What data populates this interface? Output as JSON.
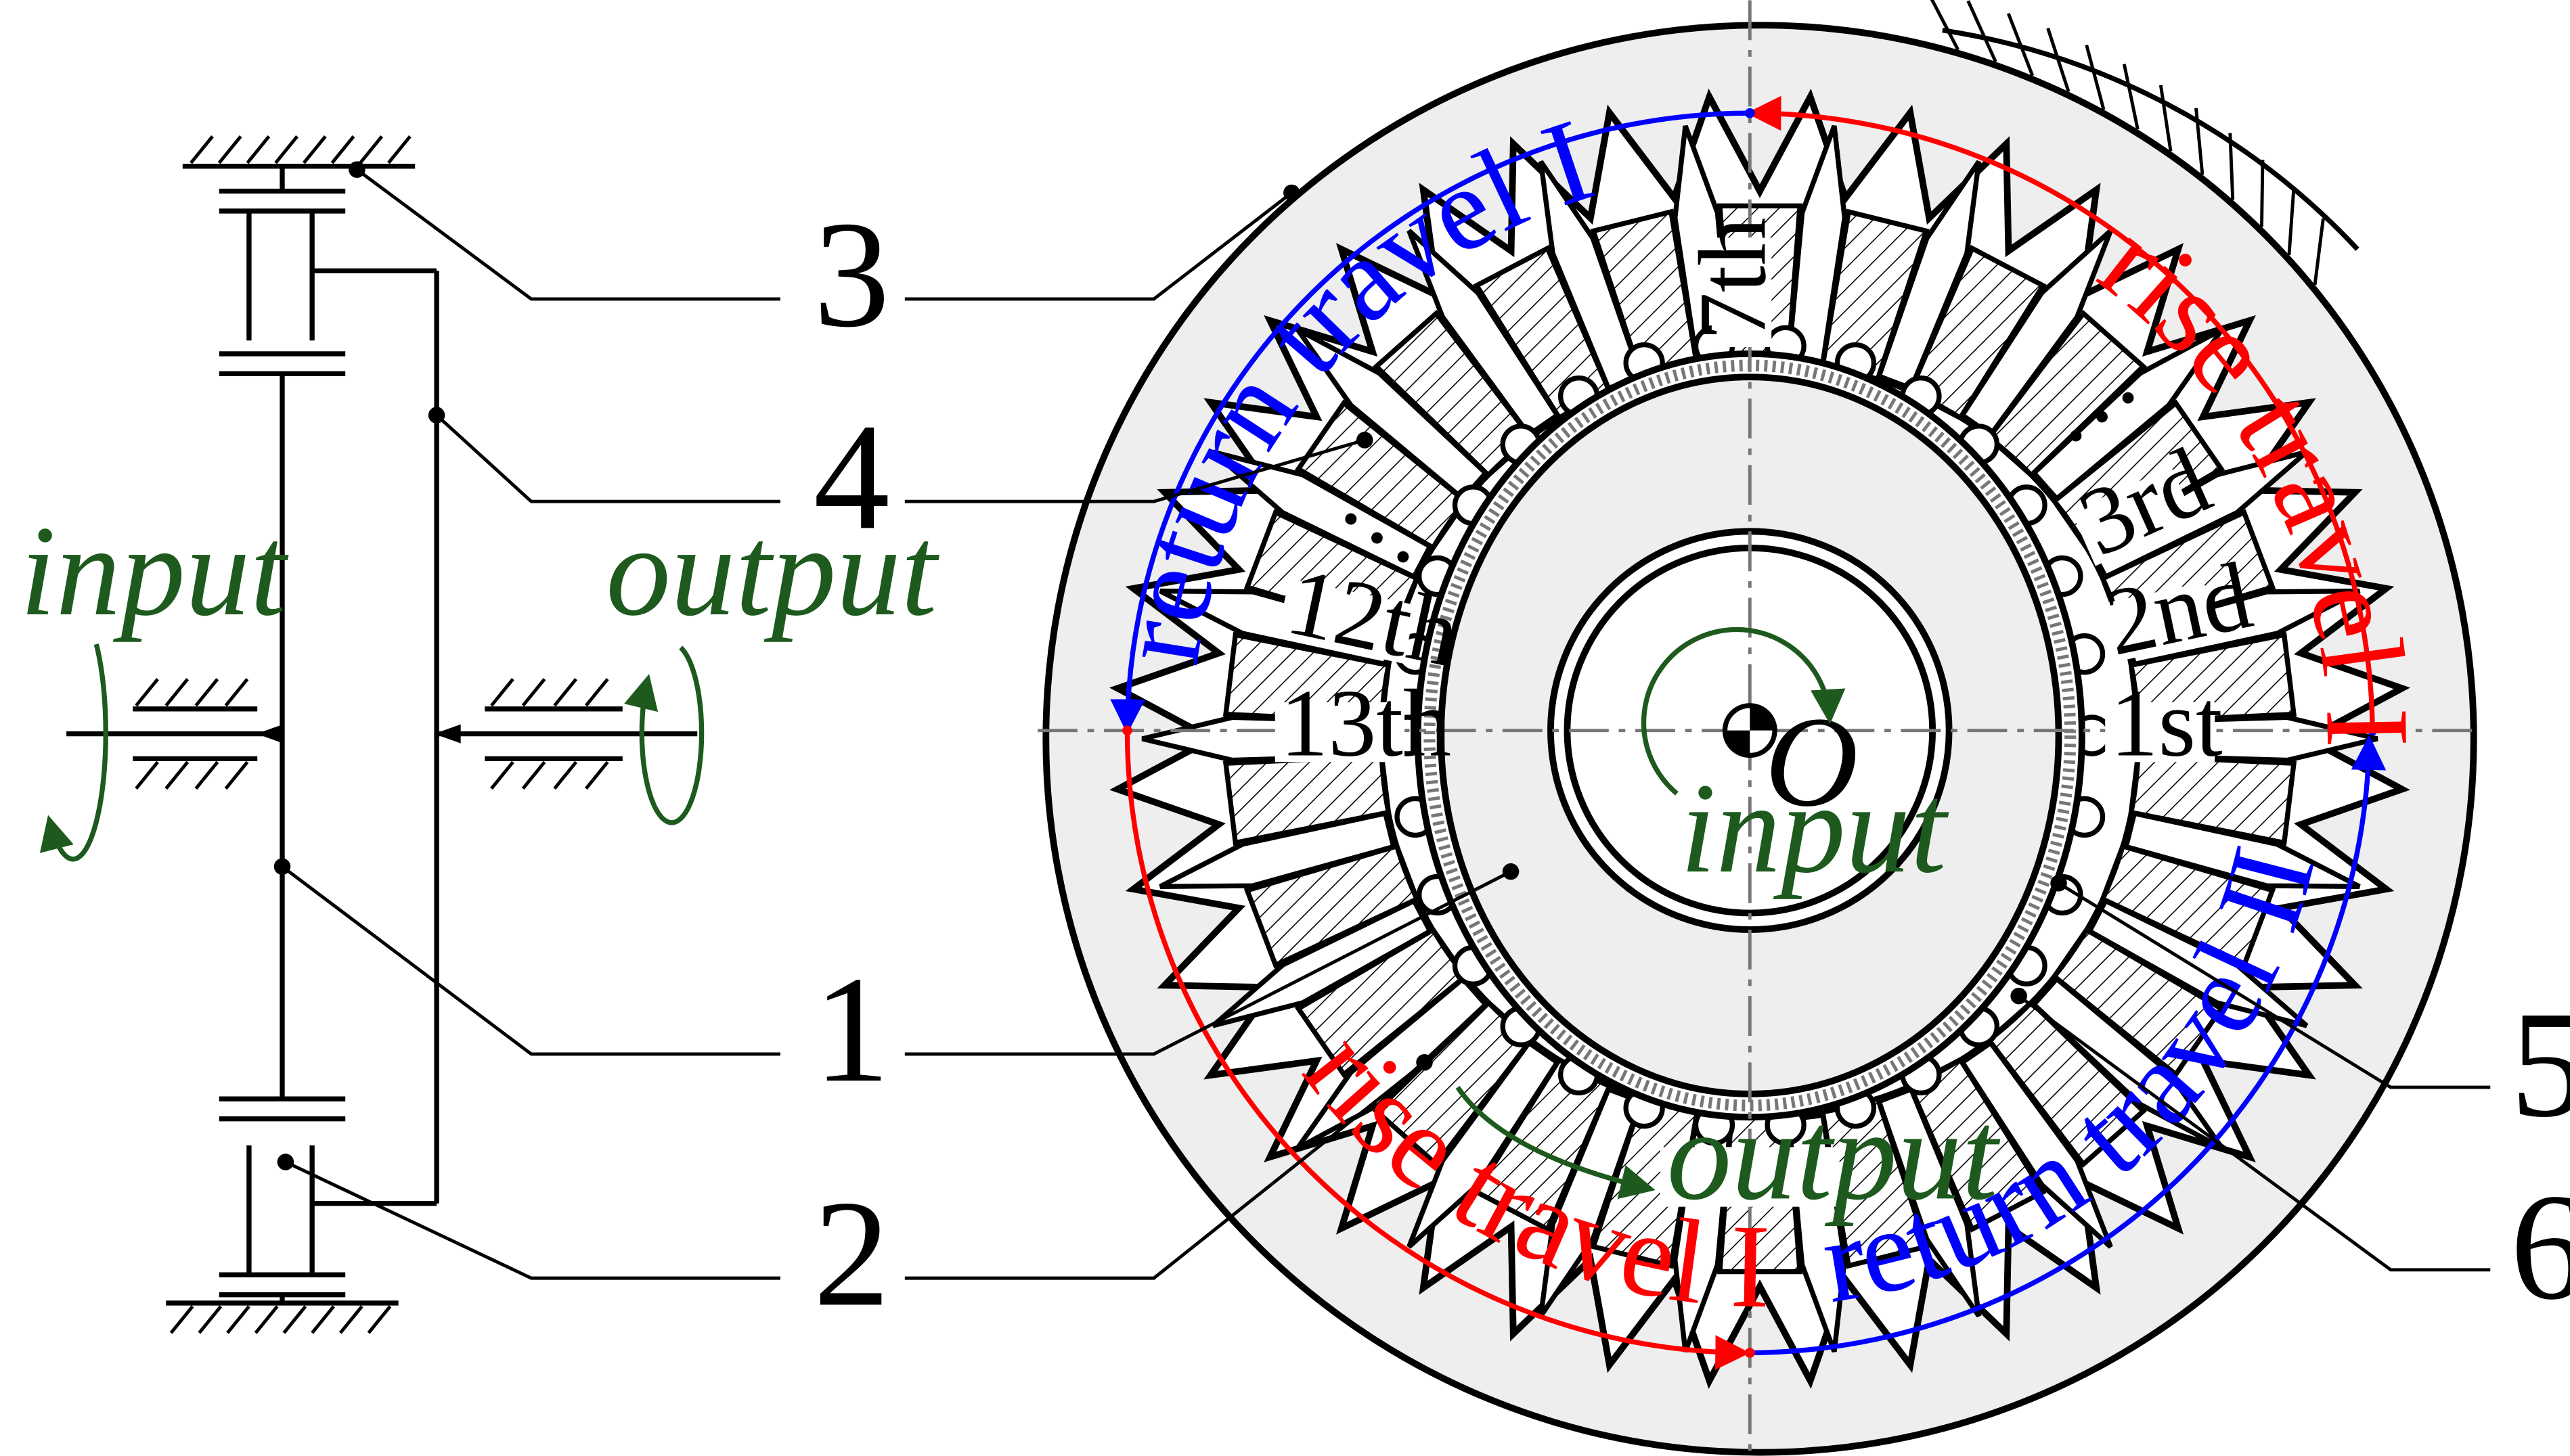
{
  "callouts": [
    "1",
    "2",
    "3",
    "4",
    "5",
    "6"
  ],
  "kinematic": {
    "input_label": "input",
    "output_label": "output"
  },
  "center_label": "O",
  "rotation": {
    "input_label": "input",
    "output_label": "output"
  },
  "travels": {
    "return_1": "return travel I",
    "rise_1": "rise travel I",
    "return_2": "return travel II",
    "rise_2": "rise travel II"
  },
  "pins": {
    "first": "1st",
    "second": "2nd",
    "third": "3rd",
    "ellipsis_right": "…",
    "seventh": "7th",
    "ellipsis_left": "…",
    "twelfth": "12th",
    "thirteenth": "13th"
  },
  "colors": {
    "rise": "#ff0000",
    "return": "#0000ff",
    "io": "#1e5a1e",
    "housing_fill": "#eeeeee"
  }
}
